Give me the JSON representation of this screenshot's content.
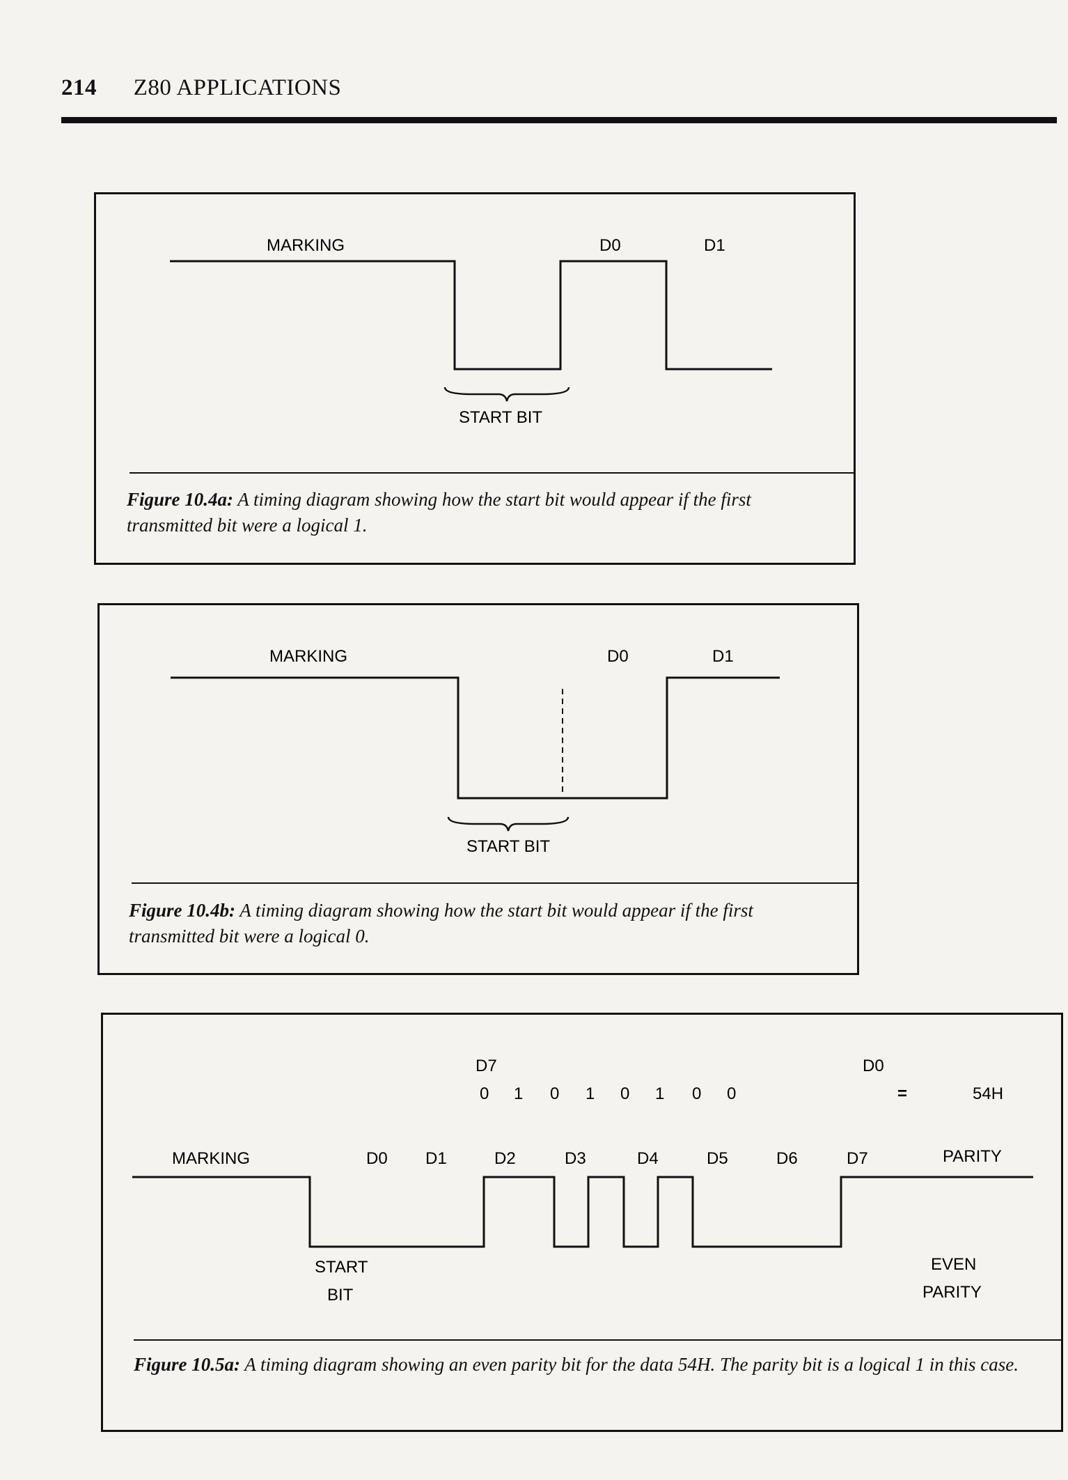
{
  "header": {
    "page_number": "214",
    "running_title": "Z80 APPLICATIONS"
  },
  "figure_a": {
    "labels": {
      "marking": "MARKING",
      "d0": "D0",
      "d1": "D1",
      "start_bit": "START BIT"
    },
    "levels": [
      1,
      0,
      1,
      0
    ],
    "caption_label": "Figure 10.4a:",
    "caption_text": "A timing diagram showing how the start bit would appear if the first transmitted bit were a logical 1."
  },
  "figure_b": {
    "labels": {
      "marking": "MARKING",
      "d0": "D0",
      "d1": "D1",
      "start_bit": "START BIT"
    },
    "levels": [
      1,
      0,
      0,
      1
    ],
    "caption_label": "Figure 10.4b:",
    "caption_text": "A timing diagram showing how the start bit would appear if the first transmitted bit were a logical 0."
  },
  "figure_c": {
    "data_labels": {
      "msb": "D7",
      "lsb": "D0"
    },
    "bits": [
      "0",
      "1",
      "0",
      "1",
      "0",
      "1",
      "0",
      "0"
    ],
    "equals": "=",
    "hex_value": "54H",
    "labels": {
      "marking": "MARKING",
      "bit_names": [
        "D0",
        "D1",
        "D2",
        "D3",
        "D4",
        "D5",
        "D6",
        "D7"
      ],
      "parity": "PARITY",
      "start_line1": "START",
      "start_line2": "BIT",
      "even_line1": "EVEN",
      "even_line2": "PARITY"
    },
    "levels": [
      1,
      0,
      0,
      0,
      1,
      0,
      1,
      0,
      1,
      0,
      1
    ],
    "caption_label": "Figure 10.5a:",
    "caption_text": "A timing diagram showing an even parity bit for the data 54H. The parity bit is a logical 1 in this case."
  }
}
